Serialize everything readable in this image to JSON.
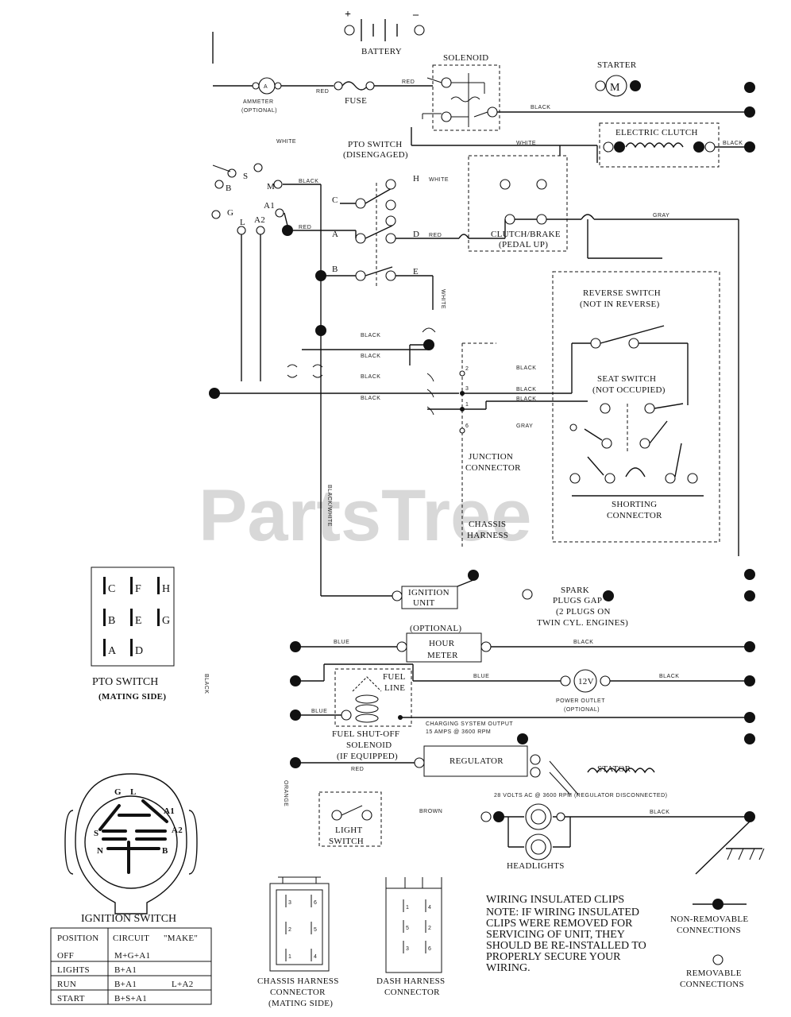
{
  "watermark": "PartsTree",
  "components": {
    "battery": "BATTERY",
    "battery_plus": "+",
    "battery_minus": "–",
    "solenoid": "SOLENOID",
    "starter": "STARTER",
    "starter_symbol": "M",
    "ammeter_symbol": "A",
    "ammeter_line1": "AMMETER",
    "ammeter_line2": "(OPTIONAL)",
    "fuse": "FUSE",
    "electric_clutch": "ELECTRIC CLUTCH",
    "pto_switch_line1": "PTO SWITCH",
    "pto_switch_line2": "(DISENGAGED)",
    "clutch_brake_line1": "CLUTCH/BRAKE",
    "clutch_brake_line2": "(PEDAL UP)",
    "reverse_switch_line1": "REVERSE SWITCH",
    "reverse_switch_line2": "(NOT IN REVERSE)",
    "seat_switch_line1": "SEAT SWITCH",
    "seat_switch_line2": "(NOT OCCUPIED)",
    "junction_line1": "JUNCTION",
    "junction_line2": "CONNECTOR",
    "shorting_line1": "SHORTING",
    "shorting_line2": "CONNECTOR",
    "chassis_line1": "CHASSIS",
    "chassis_line2": "HARNESS",
    "ignition_unit_line1": "IGNITION",
    "ignition_unit_line2": "UNIT",
    "spark_line1": "SPARK",
    "spark_line2": "PLUGS GAP",
    "spark_line3": "(2 PLUGS ON",
    "spark_line4": "TWIN CYL. ENGINES)",
    "optional": "(OPTIONAL)",
    "hour_meter_line1": "HOUR",
    "hour_meter_line2": "METER",
    "fuel_line1": "FUEL",
    "fuel_line2": "LINE",
    "power_outlet_symbol": "12V",
    "power_outlet_line1": "POWER OUTLET",
    "power_outlet_line2": "(OPTIONAL)",
    "fuel_solenoid_line1": "FUEL SHUT-OFF",
    "fuel_solenoid_line2": "SOLENOID",
    "fuel_solenoid_line3": "(IF EQUIPPED)",
    "charging_line1": "CHARGING SYSTEM OUTPUT",
    "charging_line2": "15 AMPS @ 3600 RPM",
    "regulator": "REGULATOR",
    "stator": "STATOR",
    "stator_note": "28 VOLTS AC @ 3600 RPM (REGULATOR DISCONNECTED)",
    "light_switch_line1": "LIGHT",
    "light_switch_line2": "SWITCH",
    "headlights": "HEADLIGHTS",
    "pto_mating_line1": "PTO SWITCH",
    "pto_mating_line2": "(MATING SIDE)",
    "ignition_switch": "IGNITION SWITCH",
    "chassis_conn_line1": "CHASSIS HARNESS",
    "chassis_conn_line2": "CONNECTOR",
    "chassis_conn_line3": "(MATING SIDE)",
    "dash_conn_line1": "DASH HARNESS",
    "dash_conn_line2": "CONNECTOR"
  },
  "wires": {
    "red": "RED",
    "black": "BLACK",
    "white": "WHITE",
    "gray": "GRAY",
    "blue": "BLUE",
    "brown": "BROWN",
    "orange": "ORANGE",
    "black_white": "BLACK/WHITE"
  },
  "pto_terminals": [
    "C",
    "F",
    "H",
    "B",
    "E",
    "G",
    "A",
    "D"
  ],
  "switch_contacts": {
    "c": "C",
    "a": "A",
    "b": "B",
    "d": "D",
    "e": "E",
    "h": "H"
  },
  "ignition_terminals": {
    "b": "B",
    "s": "S",
    "m": "M",
    "g": "G",
    "l": "L",
    "a1": "A1",
    "a2": "A2",
    "n": "N"
  },
  "junction_pins": [
    "2",
    "3",
    "1",
    "6"
  ],
  "connector_pins": {
    "chassis": [
      "3",
      "6",
      "2",
      "5",
      "1",
      "4"
    ],
    "dash": [
      "1",
      "4",
      "5",
      "2",
      "3",
      "6"
    ]
  },
  "ignition_table": {
    "headers": [
      "POSITION",
      "CIRCUIT",
      "\"MAKE\""
    ],
    "rows": [
      [
        "OFF",
        "M+G+A1",
        ""
      ],
      [
        "LIGHTS",
        "B+A1",
        ""
      ],
      [
        "RUN",
        "B+A1",
        "L+A2"
      ],
      [
        "START",
        "B+S+A1",
        ""
      ]
    ]
  },
  "note": {
    "line1": "WIRING INSULATED CLIPS",
    "line2": "NOTE: IF WIRING INSULATED",
    "line3": "CLIPS WERE REMOVED FOR",
    "line4": "SERVICING OF UNIT, THEY",
    "line5": "SHOULD BE RE-INSTALLED TO",
    "line6": "PROPERLY SECURE YOUR",
    "line7": "WIRING."
  },
  "legend": {
    "nonremovable_line1": "NON-REMOVABLE",
    "nonremovable_line2": "CONNECTIONS",
    "removable_line1": "REMOVABLE",
    "removable_line2": "CONNECTIONS"
  }
}
